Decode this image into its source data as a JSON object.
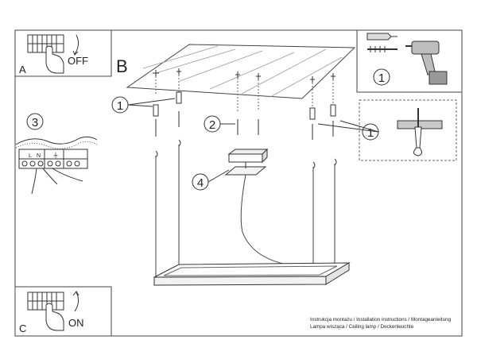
{
  "panels": {
    "a": {
      "letter": "A",
      "switch_state": "OFF"
    },
    "b": {
      "letter": "B"
    },
    "c": {
      "letter": "C",
      "switch_state": "ON"
    }
  },
  "callouts": {
    "ceiling_left": "1",
    "anchor_detail": "1",
    "tools": "1",
    "screws": "2",
    "wiring": "3",
    "canopy": "4"
  },
  "wiring_labels": {
    "earth": "⏚",
    "l": "L",
    "n": "N"
  },
  "footer": {
    "line1": "Instrukcja montażu / Installation instructions / Montageanleitung",
    "line2": "Lampa wisząca / Ceiling lamp / Deckenleuchte"
  },
  "colors": {
    "line": "#333333",
    "frame": "#444444",
    "ceiling": "#9a9a9a",
    "drill_body": "#bdbdbd"
  }
}
